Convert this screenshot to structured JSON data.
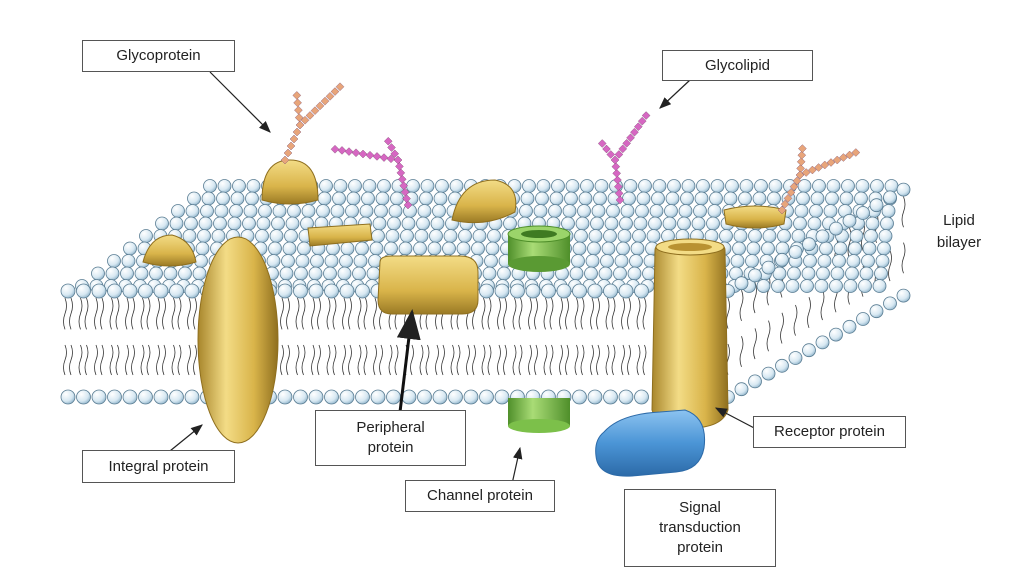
{
  "labels": {
    "glycoprotein": "Glycoprotein",
    "glycolipid": "Glycolipid",
    "lipid_bilayer": "Lipid\nbilayer",
    "peripheral_protein": "Peripheral\nprotein",
    "integral_protein": "Integral protein",
    "channel_protein": "Channel protein",
    "receptor_protein": "Receptor protein",
    "signal_transduction_protein": "Signal\ntransduction\nprotein"
  },
  "colors": {
    "lipid_head": "#d7e8f2",
    "lipid_head_stroke": "#5a7d93",
    "protein_gold": "#d9b44a",
    "channel_green": "#7cc04a",
    "signal_blue": "#4b95d6",
    "glycoprotein_sugar": "#e8a57a",
    "glycolipid_sugar": "#d667c2"
  }
}
